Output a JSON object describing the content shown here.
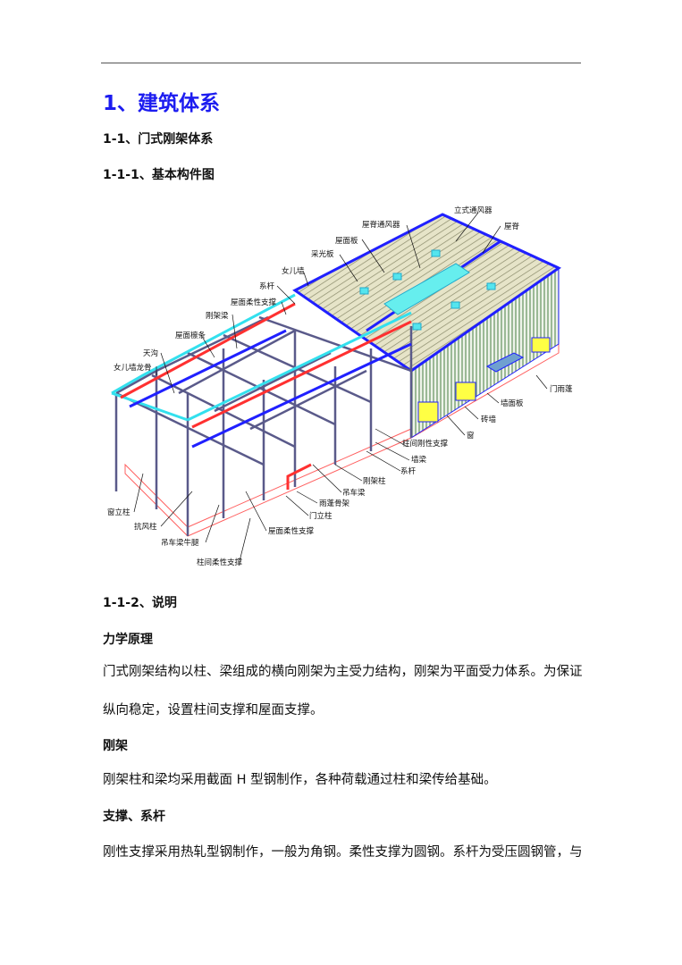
{
  "heading": "1、建筑体系",
  "section_1_1": "1-1、门式刚架体系",
  "section_1_1_1": "1-1-1、基本构件图",
  "diagram": {
    "labels": [
      "立式通风器",
      "屋脊通风器",
      "屋面板",
      "采光板",
      "屋脊",
      "女儿墙",
      "系杆",
      "屋面柔性支撑",
      "刚架梁",
      "屋面檩条",
      "天沟",
      "女儿墙龙骨",
      "门雨蓬",
      "墙面板",
      "砖墙",
      "窗",
      "柱间刚性支撑",
      "墙梁",
      "系杆",
      "刚架柱",
      "吊车梁",
      "雨蓬骨架",
      "门立柱",
      "屋面柔性支撑",
      "吊车梁牛腿",
      "抗风柱",
      "窗立柱",
      "柱间柔性支撑"
    ],
    "colors": {
      "roof": "#d9d8b8",
      "wall": "#7fa77a",
      "frame": "#5a5a8a",
      "gutter": "#33e0ee",
      "red": "#ff3030",
      "blue": "#2020ff",
      "base": "#ff7070"
    }
  },
  "section_1_1_2": "1-1-2、说明",
  "mechanics": {
    "title": "力学原理",
    "lines": [
      "门式刚架结构以柱、梁组成的横向刚架为主受力结构，刚架为平面受力体系。为保证",
      "纵向稳定，设置柱间支撑和屋面支撑。"
    ]
  },
  "frame": {
    "title": "刚架",
    "text": "刚架柱和梁均采用截面 H 型钢制作，各种荷载通过柱和梁传给基础。"
  },
  "bracing": {
    "title": "支撑、系杆",
    "text": "刚性支撑采用热轧型钢制作，一般为角钢。柔性支撑为圆钢。系杆为受压圆钢管，与"
  }
}
